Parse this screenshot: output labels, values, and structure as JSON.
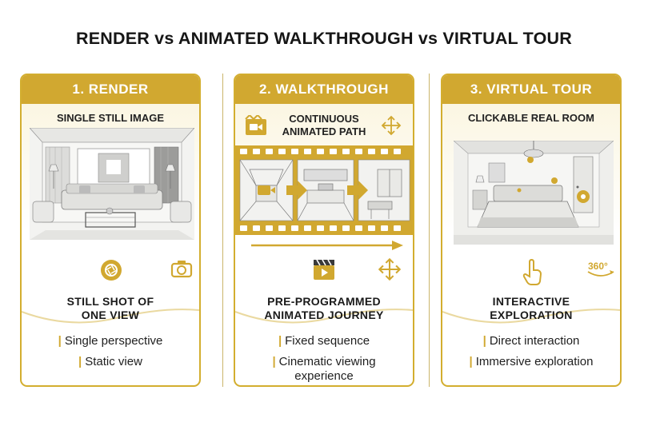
{
  "title": "RENDER vs ANIMATED WALKTHROUGH vs VIRTUAL TOUR",
  "colors": {
    "accent": "#d1a830",
    "header_text": "#ffffff",
    "band": "#fbf6e2"
  },
  "cards": [
    {
      "header": "1. RENDER",
      "subhead": "SINGLE STILL IMAGE",
      "illustration": "living-room-sketch",
      "icons": [
        "camera-shutter-icon",
        "camera-icon"
      ],
      "feature_lines": [
        "STILL SHOT OF",
        "ONE VIEW"
      ],
      "bullets": [
        "Single perspective",
        "Static view"
      ]
    },
    {
      "header": "2. WALKTHROUGH",
      "subhead_lines": [
        "CONTINUOUS",
        "ANIMATED PATH"
      ],
      "illustration": "film-strip-rooms",
      "icons": [
        "clapperboard-icon",
        "move-arrows-icon"
      ],
      "feature_lines": [
        "PRE-PROGRAMMED",
        "ANIMATED JOURNEY"
      ],
      "bullets": [
        "Fixed sequence"
      ],
      "bullet_multiline": [
        "Cinematic viewing",
        "experience"
      ]
    },
    {
      "header": "3. VIRTUAL TOUR",
      "subhead": "CLICKABLE REAL ROOM",
      "illustration": "bedroom-sketch",
      "icons": [
        "hand-pointer-icon",
        "rotate-360-icon"
      ],
      "badge_360": "360°",
      "feature_lines": [
        "INTERACTIVE",
        "EXPLORATION"
      ],
      "bullets": [
        "Direct interaction",
        "Immersive exploration"
      ]
    }
  ]
}
